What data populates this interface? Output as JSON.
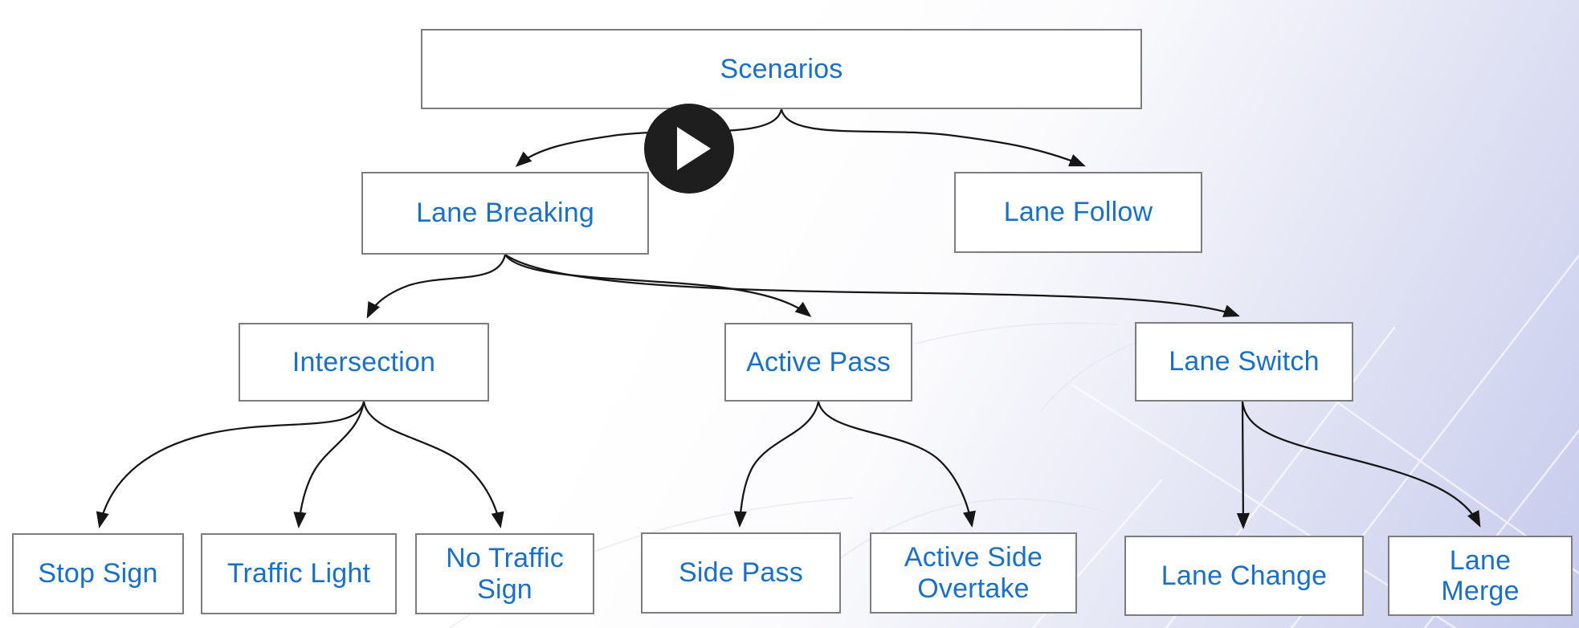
{
  "diagram": {
    "title": "Scenarios",
    "colors": {
      "node_text": "#1a70c4",
      "node_border": "#7d7d7d",
      "node_fill": "#ffffff",
      "edge": "#161616",
      "background_tint": "#c5caec",
      "play_overlay": "#1e1e1e"
    },
    "nodes": {
      "scenarios": {
        "label": "Scenarios"
      },
      "lane_breaking": {
        "label": "Lane Breaking"
      },
      "lane_follow": {
        "label": "Lane Follow"
      },
      "intersection": {
        "label": "Intersection"
      },
      "active_pass": {
        "label": "Active Pass"
      },
      "lane_switch": {
        "label": "Lane Switch"
      },
      "stop_sign": {
        "label": "Stop Sign"
      },
      "traffic_light": {
        "label": "Traffic Light"
      },
      "no_traffic_sign": {
        "label": "No Traffic Sign"
      },
      "side_pass": {
        "label": "Side Pass"
      },
      "active_side_overtake": {
        "label": "Active Side Overtake"
      },
      "lane_change": {
        "label": "Lane Change"
      },
      "lane_merge": {
        "label": "Lane Merge"
      }
    },
    "edges": [
      {
        "from": "scenarios",
        "to": "lane_breaking"
      },
      {
        "from": "scenarios",
        "to": "lane_follow"
      },
      {
        "from": "lane_breaking",
        "to": "intersection"
      },
      {
        "from": "lane_breaking",
        "to": "active_pass"
      },
      {
        "from": "lane_breaking",
        "to": "lane_switch"
      },
      {
        "from": "intersection",
        "to": "stop_sign"
      },
      {
        "from": "intersection",
        "to": "traffic_light"
      },
      {
        "from": "intersection",
        "to": "no_traffic_sign"
      },
      {
        "from": "active_pass",
        "to": "side_pass"
      },
      {
        "from": "active_pass",
        "to": "active_side_overtake"
      },
      {
        "from": "lane_switch",
        "to": "lane_change"
      },
      {
        "from": "lane_switch",
        "to": "lane_merge"
      }
    ]
  },
  "player": {
    "play_icon": "play-icon"
  }
}
